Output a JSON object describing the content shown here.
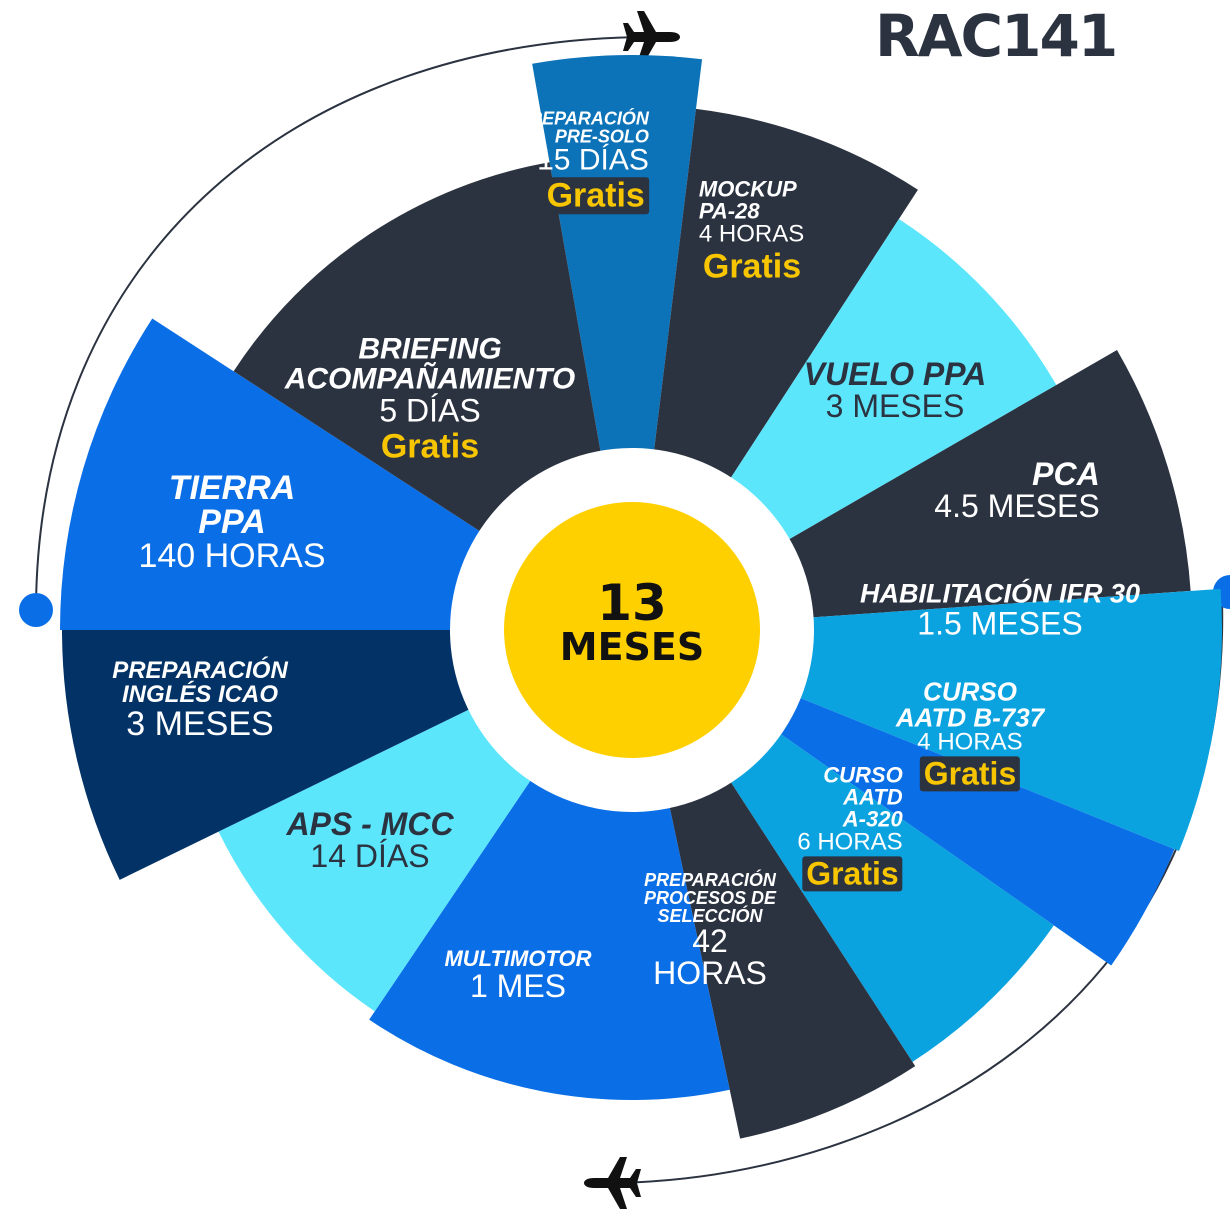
{
  "brand": "RAC141",
  "center": {
    "number": "13",
    "unit": "MESES"
  },
  "colors": {
    "dark": "#2b3240",
    "navy": "#033366",
    "blue": "#0a6ee6",
    "light": "#5ce6fc",
    "sky": "#0aa3e0",
    "mid": "#0c73b8",
    "yellow": "#ffd000",
    "gratis": "#f7c600"
  },
  "segments": [
    {
      "id": "presolo",
      "title": [
        "PREPARACIÓN",
        "PRE-SOLO"
      ],
      "detail": [
        "15 DÍAS"
      ],
      "badge": "Gratis"
    },
    {
      "id": "mockup",
      "title": [
        "MOCKUP",
        "PA-28"
      ],
      "detail": [
        "4 HORAS"
      ],
      "badge": "Gratis"
    },
    {
      "id": "vuelo",
      "title": [
        "VUELO PPA"
      ],
      "detail": [
        "3 MESES"
      ],
      "badge": ""
    },
    {
      "id": "pca",
      "title": [
        "PCA"
      ],
      "detail": [
        "4.5 MESES"
      ],
      "badge": ""
    },
    {
      "id": "ifr",
      "title": [
        "HABILITACIÓN IFR 30"
      ],
      "detail": [
        "1.5 MESES"
      ],
      "badge": ""
    },
    {
      "id": "b737",
      "title": [
        "CURSO",
        "AATD B-737"
      ],
      "detail": [
        "4 HORAS"
      ],
      "badge": "Gratis"
    },
    {
      "id": "a320",
      "title": [
        "CURSO",
        "AATD",
        "A-320"
      ],
      "detail": [
        "6 HORAS"
      ],
      "badge": "Gratis"
    },
    {
      "id": "seleccion",
      "title": [
        "PREPARACIÓN",
        "PROCESOS DE",
        "SELECCIÓN"
      ],
      "detail": [
        "42",
        "HORAS"
      ],
      "badge": ""
    },
    {
      "id": "multimotor",
      "title": [
        "MULTIMOTOR"
      ],
      "detail": [
        "1 MES"
      ],
      "badge": ""
    },
    {
      "id": "aps",
      "title": [
        "APS - MCC"
      ],
      "detail": [
        "14 DÍAS"
      ],
      "badge": ""
    },
    {
      "id": "ingles",
      "title": [
        "PREPARACIÓN",
        "INGLÉS ICAO"
      ],
      "detail": [
        "3 MESES"
      ],
      "badge": ""
    },
    {
      "id": "tierra",
      "title": [
        "TIERRA",
        "PPA"
      ],
      "detail": [
        "140 HORAS"
      ],
      "badge": ""
    },
    {
      "id": "briefing",
      "title": [
        "BRIEFING",
        "ACOMPAÑAMIENTO"
      ],
      "detail": [
        "5 DÍAS"
      ],
      "badge": "Gratis"
    }
  ]
}
